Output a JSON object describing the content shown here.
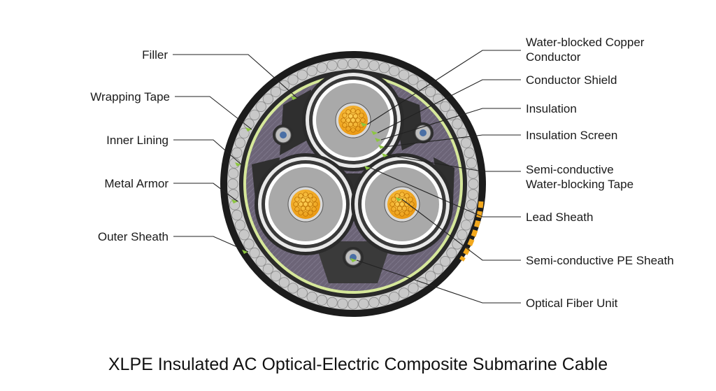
{
  "diagram": {
    "caption": "XLPE Insulated AC Optical-Electric Composite Submarine Cable",
    "labels": {
      "filler": "Filler",
      "wrapping_tape": "Wrapping Tape",
      "inner_lining": "Inner Lining",
      "metal_armor": "Metal Armor",
      "outer_sheath": "Outer Sheath",
      "conductor_line1": "Water-blocked Copper",
      "conductor_line2": "Conductor",
      "conductor_shield": "Conductor Shield",
      "insulation": "Insulation",
      "insulation_screen": "Insulation Screen",
      "semi_tape_line1": "Semi-conductive",
      "semi_tape_line2": "Water-blocking Tape",
      "lead_sheath": "Lead Sheath",
      "semi_pe_sheath": "Semi-conductive PE Sheath",
      "optical_fiber_unit": "Optical Fiber Unit"
    },
    "colors": {
      "outer_sheath": "#1c1c1c",
      "armor": "#c8c8c8",
      "inner_lining": "#2a2a2a",
      "wrapping_tape": "#d6e89a",
      "filler": "#6e6578",
      "core_sheath": "#2b2b2b",
      "insulation": "#a9a9a9",
      "screen": "#ffffff",
      "conductor": "#f2a81d",
      "marker": "#f2a81d",
      "arrow": "#8cc63f"
    }
  }
}
